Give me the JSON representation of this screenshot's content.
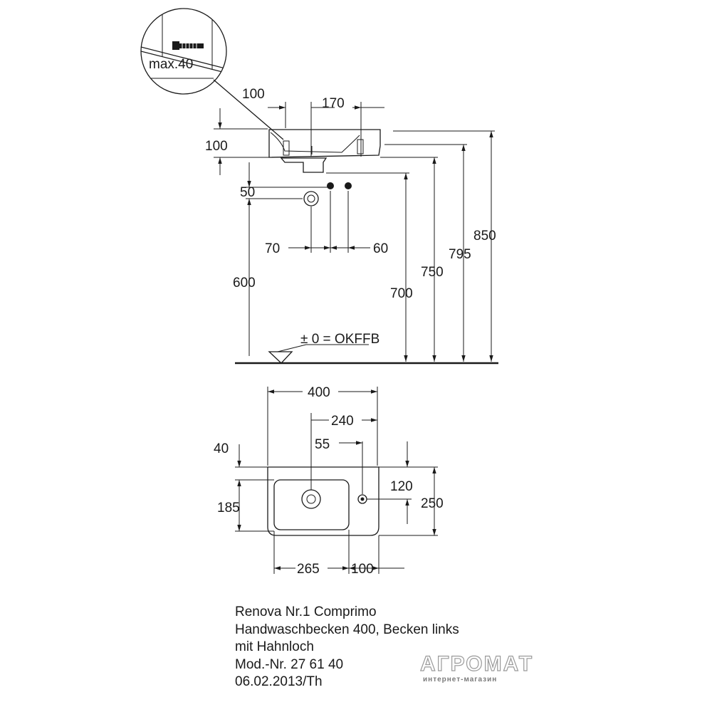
{
  "side_view": {
    "detail_label": "max.40",
    "dim_top_left": "100",
    "dim_top_center": "170",
    "dim_rim_height": "100",
    "dim_drain_offset": "50",
    "dim_supply_left": "70",
    "dim_supply_right": "60",
    "dim_drain_height": "600",
    "dim_700": "700",
    "dim_750": "750",
    "dim_795": "795",
    "dim_850": "850",
    "floor_label": "± 0 = OKFFB"
  },
  "top_view": {
    "dim_width": "400",
    "dim_tap_offset": "240",
    "dim_55": "55",
    "dim_40": "40",
    "dim_120": "120",
    "dim_185": "185",
    "dim_250": "250",
    "dim_265": "265",
    "dim_100": "100"
  },
  "caption": {
    "line1": "Renova Nr.1 Comprimo",
    "line2": "Handwaschbecken 400, Becken links",
    "line3": "mit Hahnloch",
    "line4": "Mod.-Nr. 27 61 40",
    "line5": "06.02.2013/Th"
  },
  "watermark": {
    "name": "АГРОМАТ",
    "subtitle": "интернет-магазин"
  }
}
